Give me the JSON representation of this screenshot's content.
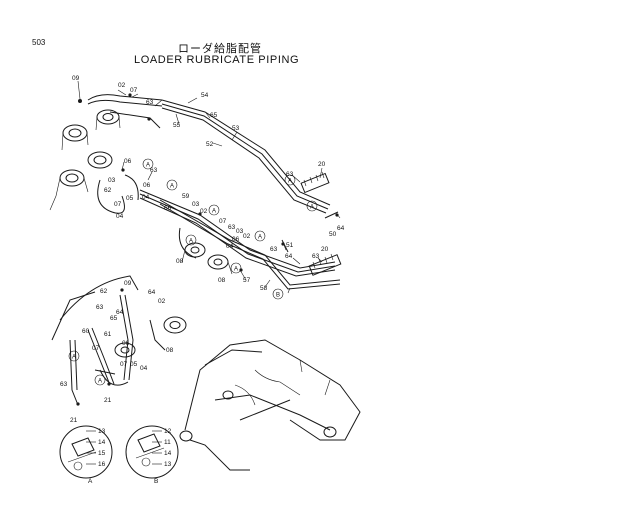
{
  "page_number": "503",
  "title_jp": "ローダ給脂配管",
  "title_en": "LOADER RUBRICATE PIPING",
  "callouts": [
    {
      "text": "09"
    },
    {
      "text": "02"
    },
    {
      "text": "07"
    },
    {
      "text": "63"
    },
    {
      "text": "54"
    },
    {
      "text": "55"
    },
    {
      "text": "65"
    },
    {
      "text": "53"
    },
    {
      "text": "52"
    },
    {
      "text": "06"
    },
    {
      "text": "63"
    },
    {
      "text": "03"
    },
    {
      "text": "62"
    },
    {
      "text": "07"
    },
    {
      "text": "05"
    },
    {
      "text": "04"
    },
    {
      "text": "06"
    },
    {
      "text": "04"
    },
    {
      "text": "59"
    },
    {
      "text": "66"
    },
    {
      "text": "02"
    },
    {
      "text": "03"
    },
    {
      "text": "07"
    },
    {
      "text": "63"
    },
    {
      "text": "03"
    },
    {
      "text": "02"
    },
    {
      "text": "06"
    },
    {
      "text": "04"
    },
    {
      "text": "63"
    },
    {
      "text": "57"
    },
    {
      "text": "58"
    },
    {
      "text": "08"
    },
    {
      "text": "08"
    },
    {
      "text": "20"
    },
    {
      "text": "63"
    },
    {
      "text": "64"
    },
    {
      "text": "50"
    },
    {
      "text": "51"
    },
    {
      "text": "64"
    },
    {
      "text": "20"
    },
    {
      "text": "63"
    },
    {
      "text": "62"
    },
    {
      "text": "09"
    },
    {
      "text": "64"
    },
    {
      "text": "02"
    },
    {
      "text": "63"
    },
    {
      "text": "65"
    },
    {
      "text": "64"
    },
    {
      "text": "60"
    },
    {
      "text": "61"
    },
    {
      "text": "07"
    },
    {
      "text": "07"
    },
    {
      "text": "04"
    },
    {
      "text": "63"
    },
    {
      "text": "21"
    },
    {
      "text": "21"
    },
    {
      "text": "06"
    },
    {
      "text": "05"
    },
    {
      "text": "08"
    }
  ],
  "ref_marks": [
    {
      "text": "A"
    },
    {
      "text": "A"
    },
    {
      "text": "A"
    },
    {
      "text": "A"
    },
    {
      "text": "A"
    },
    {
      "text": "A"
    },
    {
      "text": "A"
    },
    {
      "text": "A"
    },
    {
      "text": "A"
    },
    {
      "text": "A"
    },
    {
      "text": "B"
    }
  ],
  "detail_a": {
    "label": "A",
    "parts": [
      {
        "text": "13"
      },
      {
        "text": "14"
      },
      {
        "text": "15"
      },
      {
        "text": "16"
      }
    ]
  },
  "detail_b": {
    "label": "B",
    "parts": [
      {
        "text": "12"
      },
      {
        "text": "11"
      },
      {
        "text": "14"
      },
      {
        "text": "13"
      }
    ]
  }
}
